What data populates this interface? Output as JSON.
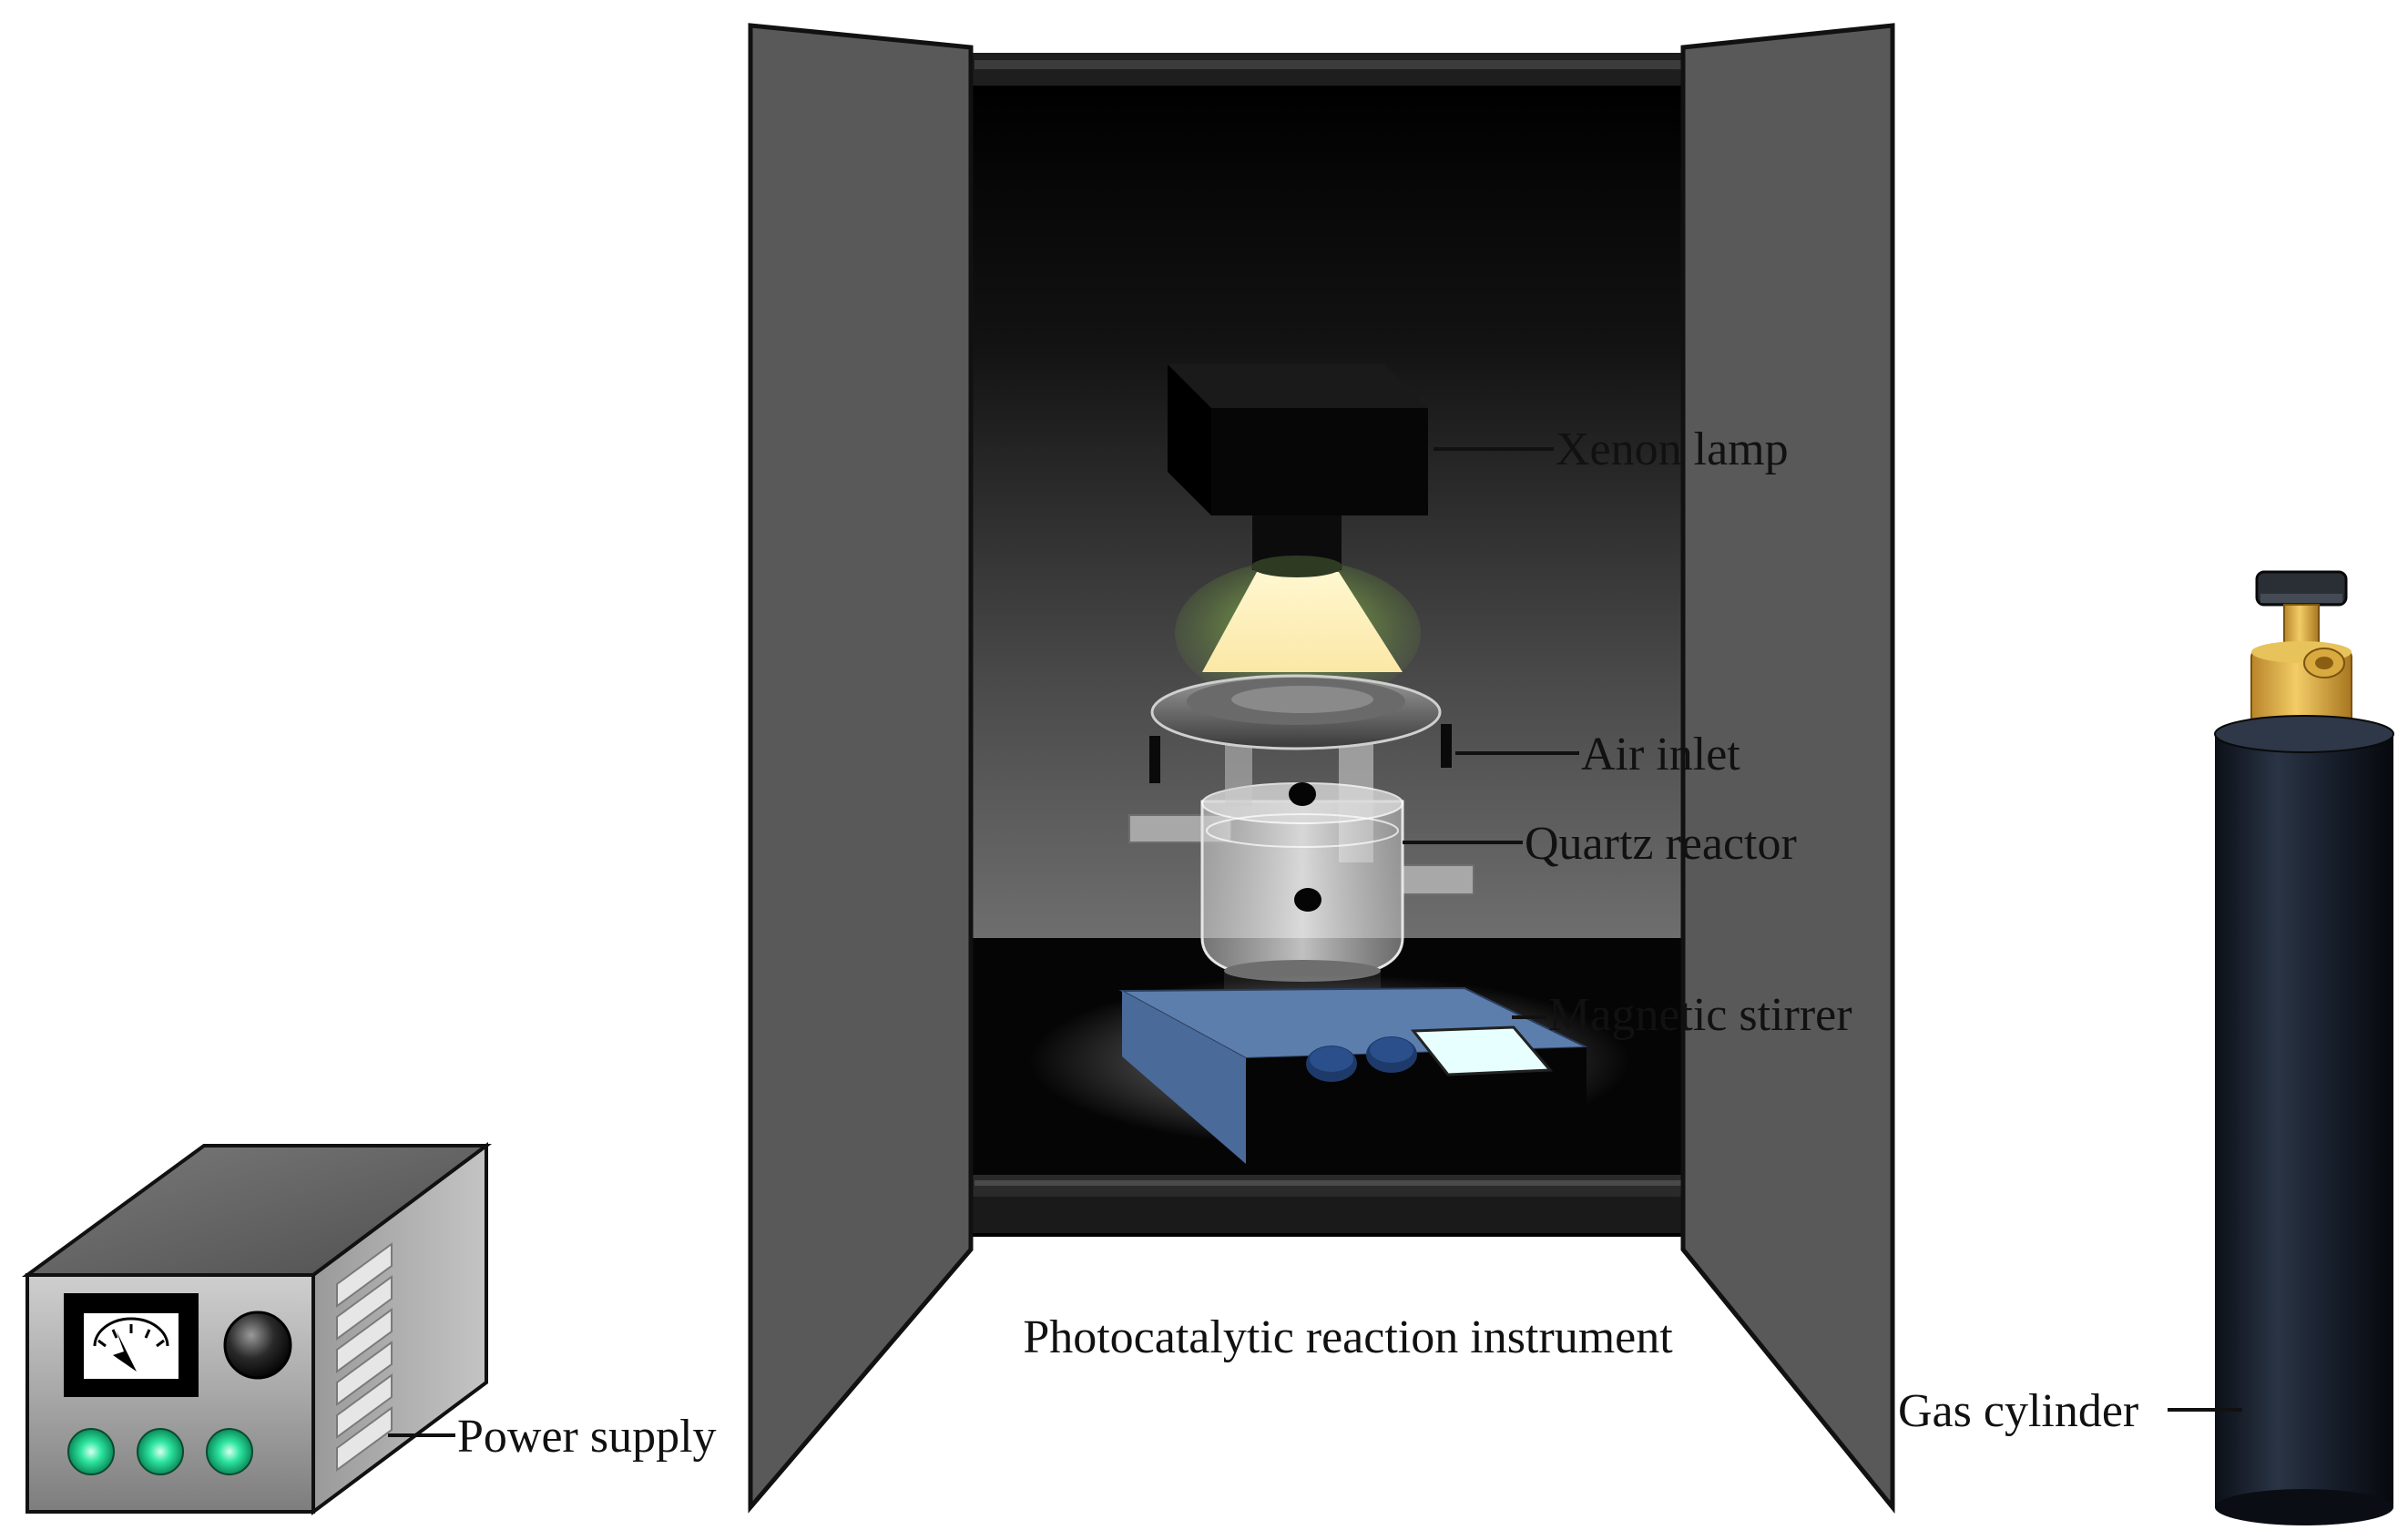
{
  "labels": {
    "xenon_lamp": "Xenon lamp",
    "air_inlet": "Air inlet",
    "quartz_reactor": "Quartz reactor",
    "magnetic_stirrer": "Magnetic stirrer",
    "instrument": "Photocatalytic reaction instrument",
    "power_supply": "Power supply",
    "gas_cylinder": "Gas cylinder"
  },
  "colors": {
    "cabinet_door": "#595959",
    "cabinet_interior": "#0a0a0a",
    "lamp_body": "#050505",
    "light_beam": "#fff4c8",
    "light_glow": "#7cb342",
    "stirrer_base": "#5b7ead",
    "power_supply_body": "#9e9e9e",
    "indicator_led": "#2ee6a0",
    "cylinder_body": "#1c2430",
    "cylinder_valve": "#d8a93a"
  },
  "icons": {
    "power_meter": "analog-gauge-icon",
    "power_knob": "round-knob-icon",
    "power_leds": "indicator-light-icon",
    "cylinder_valve": "gas-valve-icon"
  }
}
